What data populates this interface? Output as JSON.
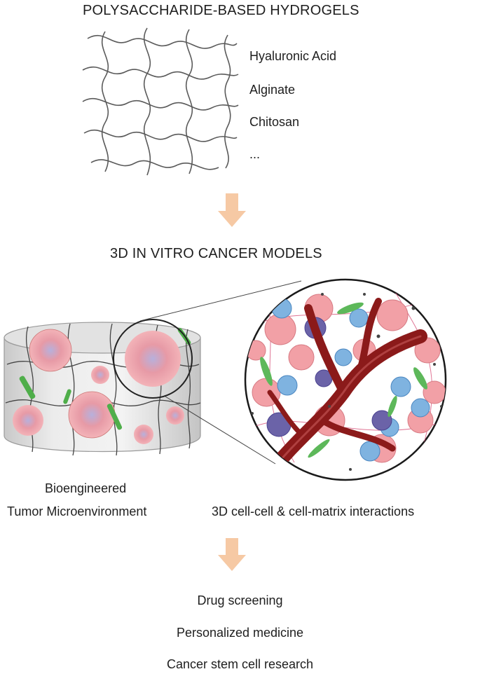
{
  "title": "POLYSACCHARIDE-BASED HYDROGELS",
  "materials": [
    "Hyaluronic Acid",
    "Alginate",
    "Chitosan",
    "..."
  ],
  "models_title": "3D IN VITRO CANCER MODELS",
  "left_caption": [
    "Bioengineered",
    "Tumor Microenvironment"
  ],
  "right_caption": "3D cell-cell & cell-matrix interactions",
  "applications": [
    "Drug screening",
    "Personalized medicine",
    "Cancer stem cell research"
  ],
  "colors": {
    "arrow": "#f6c9a4",
    "network": "#555555",
    "vessel": "#8b1a1a",
    "tumor_cell": "#f2a0a6",
    "immune_cell": "#7fb3e0",
    "macrophage": "#6b63a8",
    "fibroblast": "#5db85a",
    "fiber": "#d8527a"
  }
}
